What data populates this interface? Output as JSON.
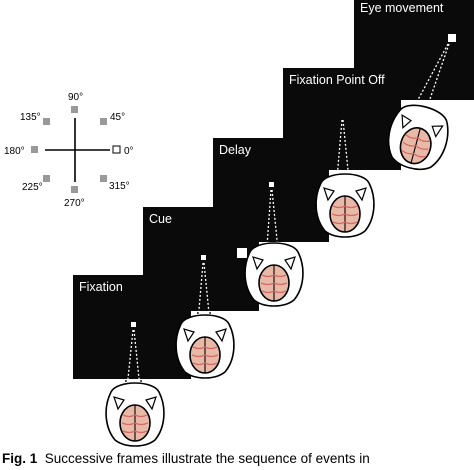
{
  "frames": [
    {
      "id": "fixation",
      "label": "Fixation"
    },
    {
      "id": "cue",
      "label": "Cue"
    },
    {
      "id": "delay",
      "label": "Delay"
    },
    {
      "id": "fixation-off",
      "label": "Fixation Point Off"
    },
    {
      "id": "eye-movement",
      "label": "Eye movement"
    }
  ],
  "directions": [
    "90°",
    "45°",
    "0°",
    "315°",
    "270°",
    "225°",
    "180°",
    "135°"
  ],
  "caption": {
    "prefix": "Fig. 1",
    "text": "Successive frames illustrate the sequence of events in"
  },
  "colors": {
    "frame": "#0a0a0a",
    "brain": "#e9b9a8",
    "brain_stripes": "#d46b6b",
    "target_marker": "#999999"
  },
  "icons": [
    "monkey-head-icon",
    "fixation-point-icon",
    "cue-target-icon",
    "target-square-icon",
    "gaze-line-icon"
  ]
}
